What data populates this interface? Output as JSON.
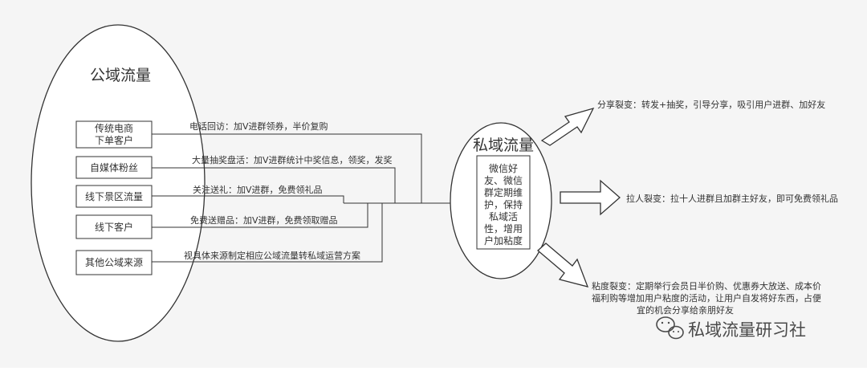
{
  "public": {
    "title": "公域流量",
    "sources": [
      {
        "lines": [
          "传统电商",
          "下单客户"
        ]
      },
      {
        "lines": [
          "自媒体粉丝"
        ]
      },
      {
        "lines": [
          "线下景区流量"
        ]
      },
      {
        "lines": [
          "线下客户"
        ]
      },
      {
        "lines": [
          "其他公域来源"
        ]
      }
    ]
  },
  "connectors": [
    "电话回访：加V进群领券，半价复购",
    "大量抽奖盘活：加V进群统计中奖信息，领奖，发奖",
    "关注送礼：加V进群，免费领礼品",
    "免费送赠品：加V进群，免费领取赠品",
    "视具体来源制定相应公域流量转私域运营方案"
  ],
  "private": {
    "title": "私域流量",
    "desc_lines": [
      "微信好",
      "友、微信",
      "群定期维",
      "护，保持",
      "私域活",
      "性，增用",
      "户加粘度"
    ]
  },
  "outcomes": [
    {
      "lines": [
        "分享裂变：转发+抽奖，引导分享，吸引用户进群、加好友"
      ]
    },
    {
      "lines": [
        "拉人裂变：拉十人进群且加群主好友，即可免费领礼品"
      ]
    },
    {
      "lines": [
        "粘度裂变：定期举行会员日半价购、优惠券大放送、成本价",
        "福利购等增加用户粘度的活动，让用户自发将好东西，占便",
        "宜的机会分享给亲朋好友"
      ]
    }
  ],
  "watermark": {
    "text": "私域流量研习社",
    "icon": "wechat-icon"
  }
}
